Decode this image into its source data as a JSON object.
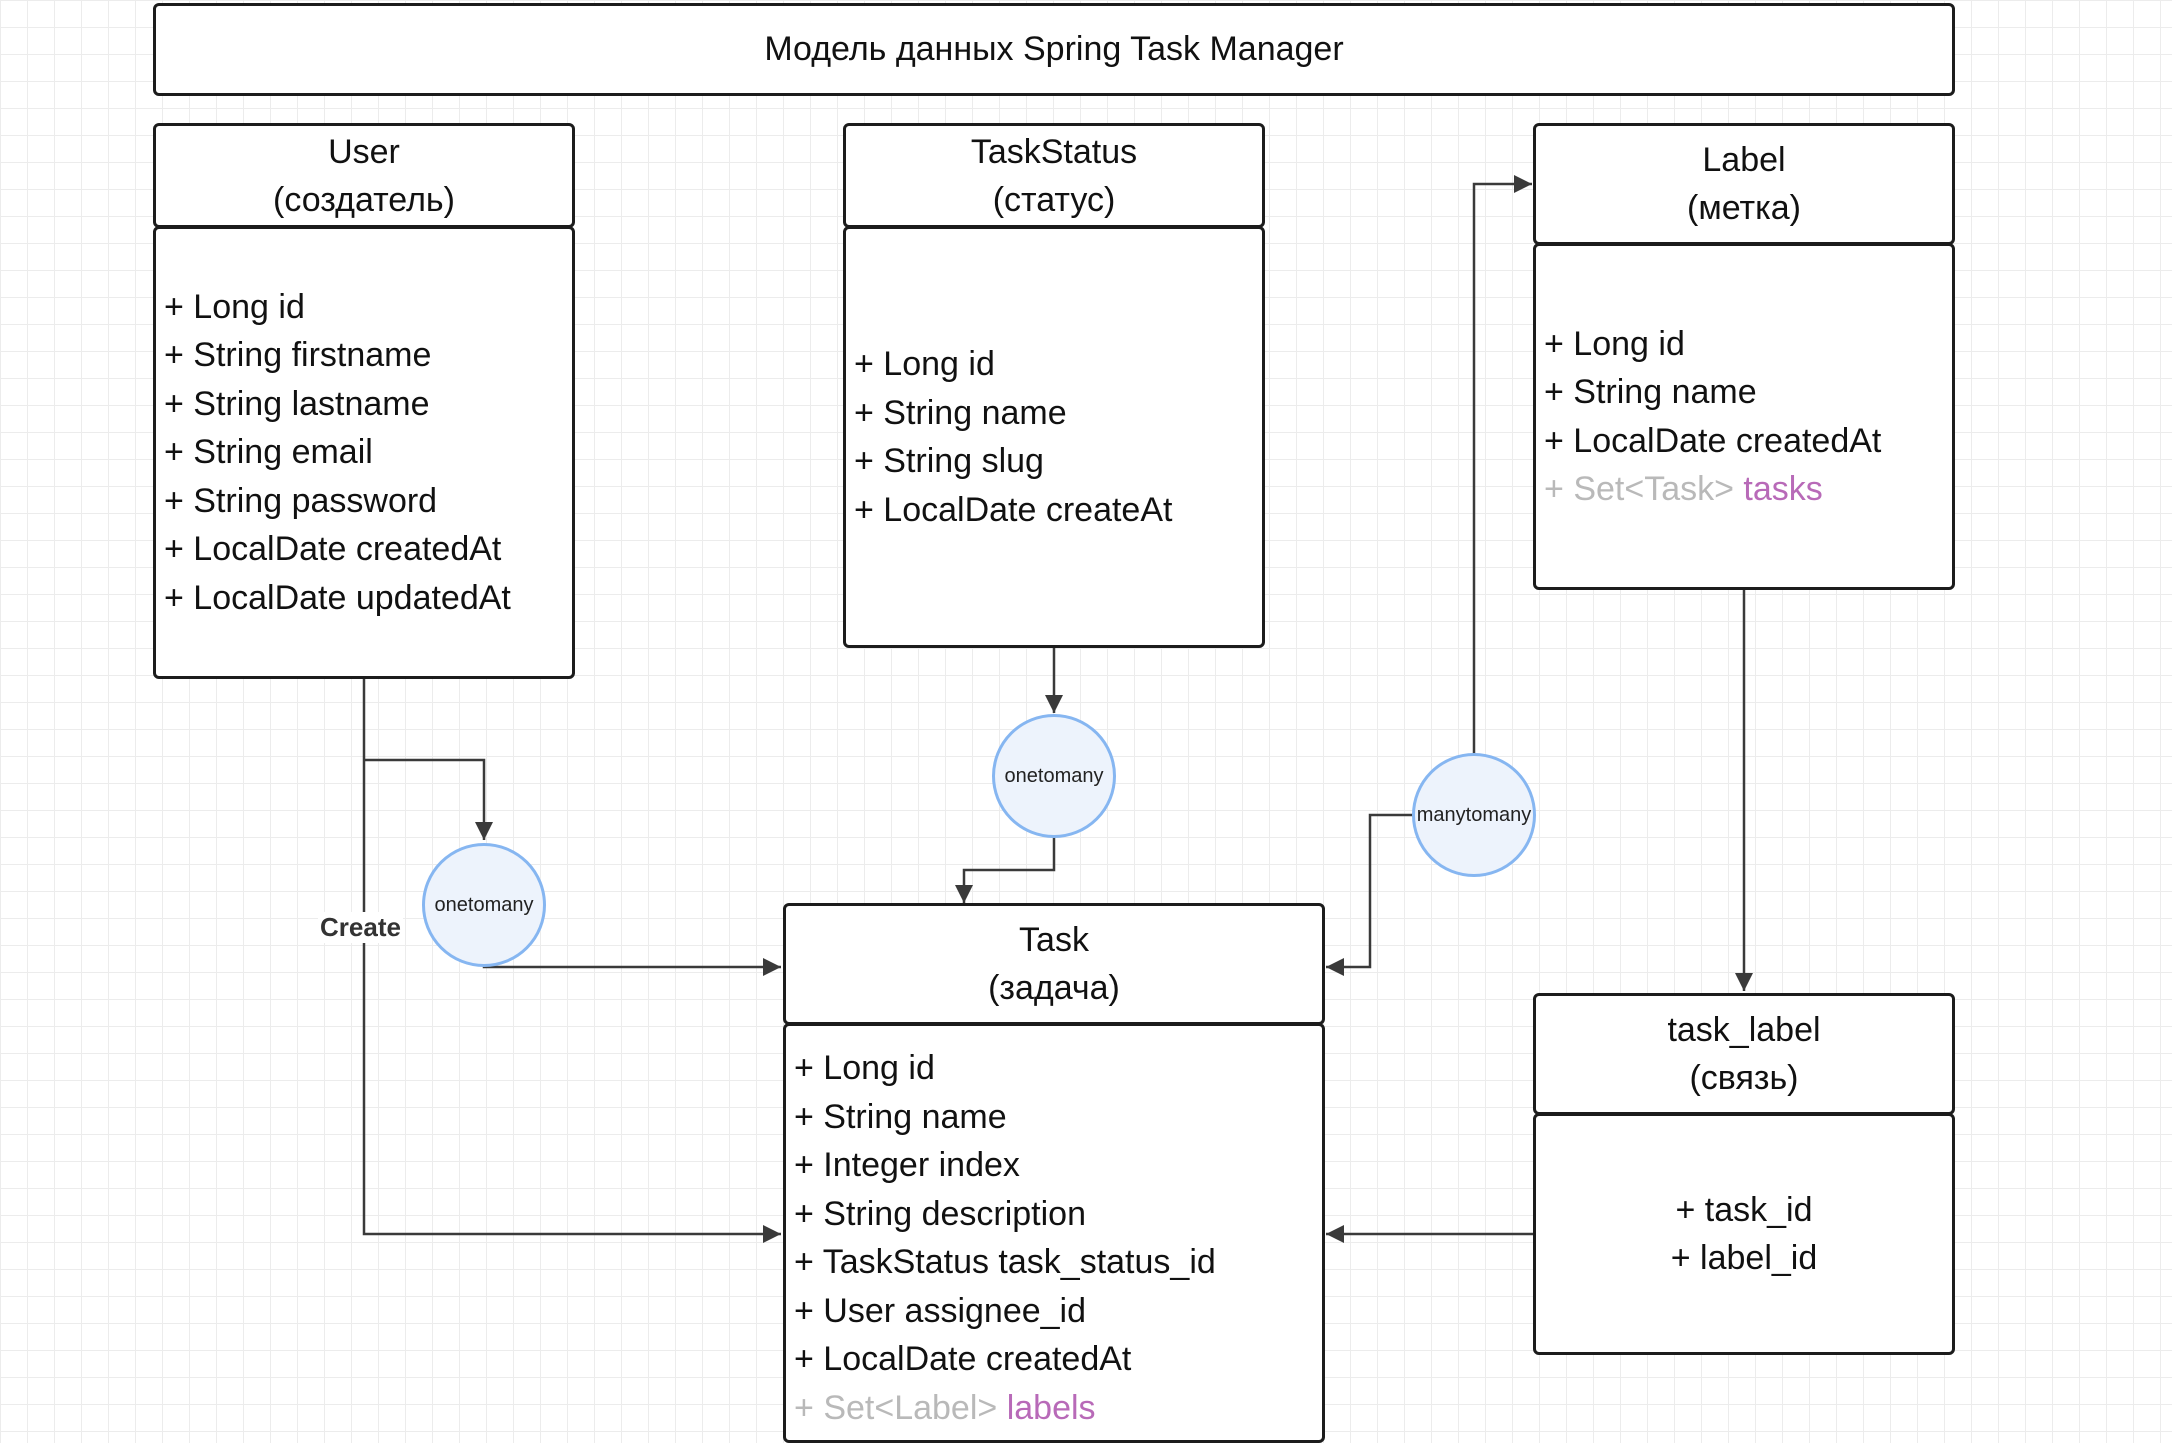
{
  "title": "Модель данных Spring Task Manager",
  "entities": {
    "user": {
      "name": "User",
      "subtitle": "(создатель)",
      "fields": [
        "+ Long id",
        "+ String firstname",
        "+ String lastname",
        "+ String email",
        "+ String password",
        "+ LocalDate createdAt",
        "+ LocalDate updatedAt"
      ]
    },
    "task_status": {
      "name": "TaskStatus",
      "subtitle": "(статус)",
      "fields": [
        "+ Long id",
        "+ String name",
        "+ String slug",
        "+ LocalDate createAt"
      ]
    },
    "label": {
      "name": "Label",
      "subtitle": "(метка)",
      "fields": [
        "+ Long id",
        "+ String name",
        "+ LocalDate createdAt"
      ],
      "relation_field": {
        "prefix": "+ ",
        "type": "Set<Task>",
        "name": "tasks"
      }
    },
    "task": {
      "name": "Task",
      "subtitle": "(задача)",
      "fields": [
        "+ Long id",
        "+ String name",
        "+ Integer index",
        "+ String description",
        "+ TaskStatus task_status_id",
        "+ User assignee_id",
        "+ LocalDate createdAt"
      ],
      "relation_field": {
        "prefix": "+ ",
        "type": "Set<Label>",
        "name": "labels"
      }
    },
    "task_label": {
      "name": "task_label",
      "subtitle": "(связь)",
      "fields": [
        "+ task_id",
        "+ label_id"
      ]
    }
  },
  "relations": {
    "user_task": "onetomany",
    "status_task": "onetomany",
    "task_label_many": "manytomany",
    "create_label": "Create"
  },
  "colors": {
    "border": "#1c1c1c",
    "connector": "#3a3a3a",
    "circle_fill": "#edf3fc",
    "circle_border": "#86b6f1",
    "muted_text": "#b9b9b9",
    "accent_text": "#b86ab8"
  }
}
